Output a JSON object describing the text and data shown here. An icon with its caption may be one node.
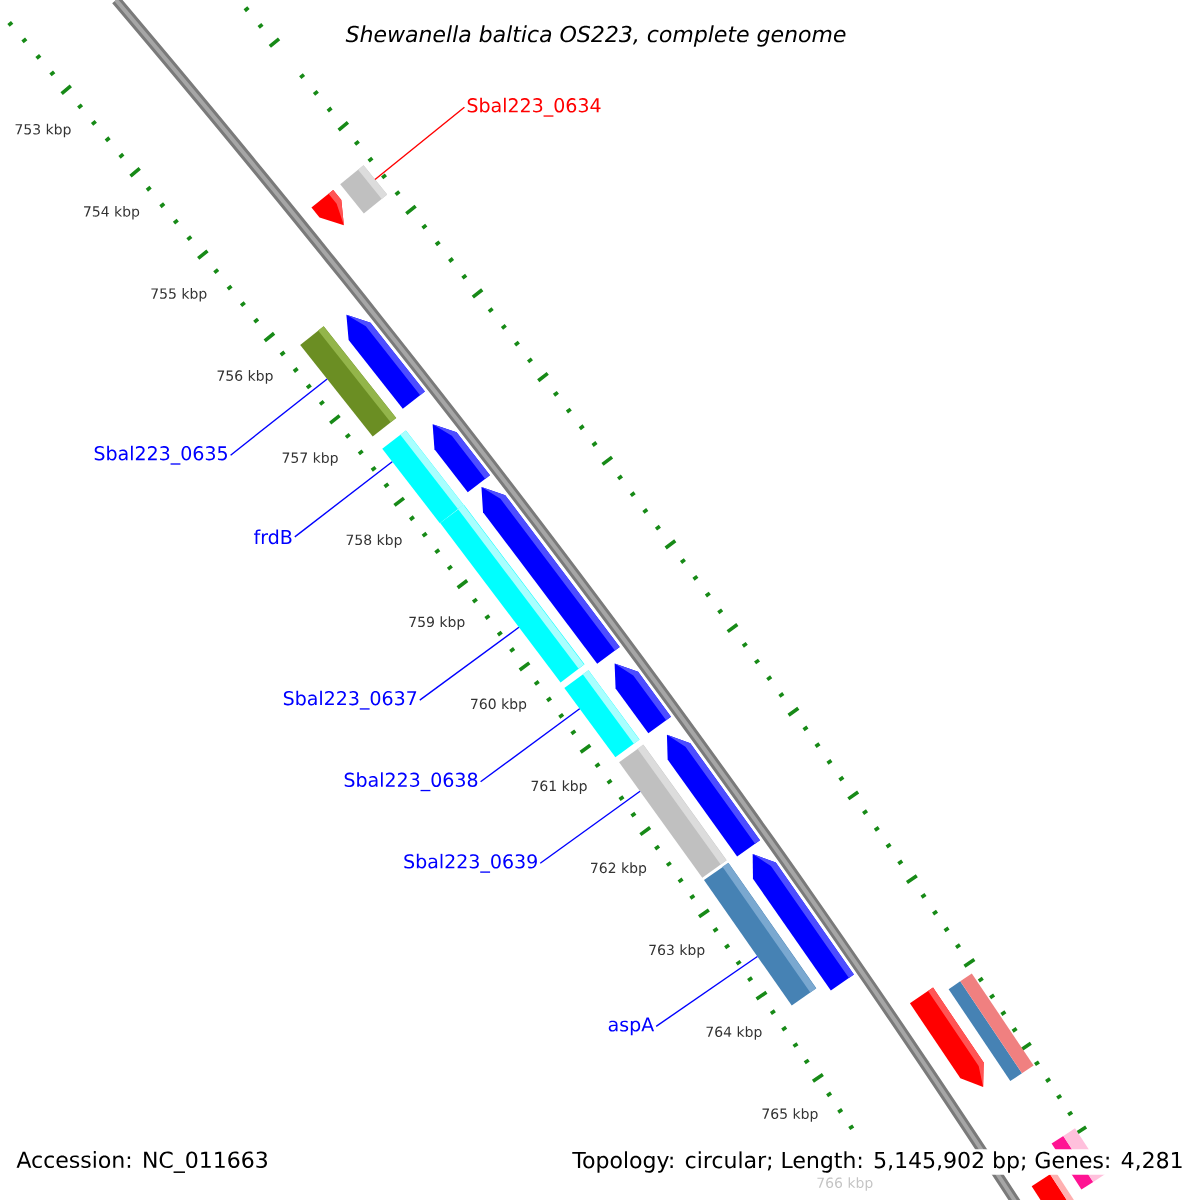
{
  "diagram": {
    "title": "Shewanella baltica OS223, complete genome",
    "nodes": [
      {
        "text": [
          "Sbal223_0634"
        ]
      },
      {
        "text": [],
        "shape": "box"
      },
      {
        "text": [
          "Sbal223_0635"
        ]
      },
      {
        "text": [],
        "shape": "box"
      },
      {
        "text": [
          "frdB"
        ]
      },
      {
        "text": [],
        "shape": "box"
      },
      {
        "text": [
          "Sbal223_0637"
        ]
      },
      {
        "text": [],
        "shape": "box"
      },
      {
        "text": [
          "Sbal223_0638"
        ]
      },
      {
        "text": [],
        "shape": "box"
      },
      {
        "text": [
          "Sbal223_0639"
        ]
      },
      {
        "text": [],
        "shape": "box"
      },
      {
        "text": [
          "aspA"
        ]
      },
      {
        "text": [],
        "shape": "box"
      }
    ],
    "edges": [
      {
        "from": 0,
        "to": 1,
        "arrow": "none",
        "color": "#ff0000"
      },
      {
        "from": 2,
        "to": 3,
        "arrow": "none"
      },
      {
        "from": 4,
        "to": 5,
        "arrow": "none"
      },
      {
        "from": 6,
        "to": 7,
        "arrow": "none"
      },
      {
        "from": 8,
        "to": 9,
        "arrow": "none"
      },
      {
        "from": 10,
        "to": 11,
        "arrow": "none"
      },
      {
        "from": 12,
        "to": 13,
        "arrow": "none"
      }
    ],
    "labels": [
      "753 kbp",
      "754 kbp",
      "755 kbp",
      "756 kbp",
      "757 kbp",
      "758 kbp",
      "759 kbp",
      "760 kbp",
      "761 kbp",
      "762 kbp",
      "763 kbp",
      "764 kbp",
      "765 kbp",
      "766 kbp",
      "Accession: NC_011663",
      "Topology: circular; Length: 5,145,902 bp; Genes: 4,281"
    ]
  }
}
